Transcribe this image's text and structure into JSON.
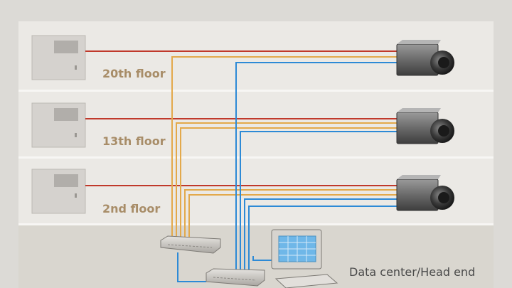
{
  "floors": [
    {
      "label": "20th floor"
    },
    {
      "label": "13th floor"
    },
    {
      "label": "2nd floor"
    }
  ],
  "data_center": {
    "label": "Data center/Head end"
  },
  "colors": {
    "background": "#dcdad6",
    "band": "#ebe9e5",
    "band_divider": "#f7f6f4",
    "data_center_band": "#d9d6cf",
    "power_line": "#c0392b",
    "control_line": "#e3a94b",
    "network_line": "#2d8ad6",
    "floor_label": "#a88d68",
    "camera_body": "#6d6d6d",
    "panel_box": "#d5d2ce"
  },
  "icons": {
    "panel": "access-panel-icon",
    "camera": "camera-icon",
    "switch": "network-switch-icon",
    "recorder": "recorder-icon",
    "monitor": "monitor-icon",
    "keyboard": "keyboard-icon"
  }
}
